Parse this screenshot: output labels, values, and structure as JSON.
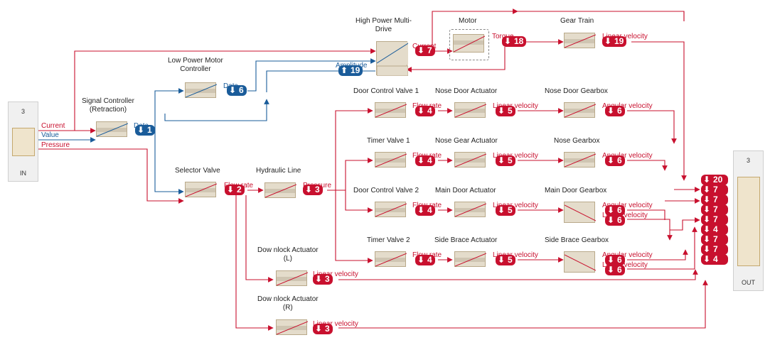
{
  "ports": {
    "in": {
      "number": "3",
      "label": "IN"
    },
    "out": {
      "number": "3",
      "label": "OUT"
    }
  },
  "in_signals": [
    "Current",
    "Value",
    "Pressure"
  ],
  "blocks": [
    {
      "id": "signal_controller",
      "title": "Signal Controller\n(Retraction)"
    },
    {
      "id": "low_power_motor",
      "title": "Low Power Motor\nController"
    },
    {
      "id": "high_power_drive",
      "title": "High Power Multi-\nDrive"
    },
    {
      "id": "motor",
      "title": "Motor"
    },
    {
      "id": "gear_train",
      "title": "Gear Train"
    },
    {
      "id": "selector_valve",
      "title": "Selector Valve"
    },
    {
      "id": "hydraulic_line",
      "title": "Hydraulic Line"
    },
    {
      "id": "door_control_valve_1",
      "title": "Door Control Valve 1"
    },
    {
      "id": "nose_door_actuator",
      "title": "Nose Door Actuator"
    },
    {
      "id": "nose_door_gearbox",
      "title": "Nose Door Gearbox"
    },
    {
      "id": "timer_valve_1",
      "title": "Timer Valve 1"
    },
    {
      "id": "nose_gear_actuator",
      "title": "Nose Gear Actuator"
    },
    {
      "id": "nose_gearbox",
      "title": "Nose Gearbox"
    },
    {
      "id": "door_control_valve_2",
      "title": "Door Control Valve 2"
    },
    {
      "id": "main_door_actuator",
      "title": "Main Door Actuator"
    },
    {
      "id": "main_door_gearbox",
      "title": "Main Door Gearbox"
    },
    {
      "id": "timer_valve_2",
      "title": "Timer Valve 2"
    },
    {
      "id": "side_brace_actuator",
      "title": "Side Brace Actuator"
    },
    {
      "id": "side_brace_gearbox",
      "title": "Side Brace Gearbox"
    },
    {
      "id": "downlock_actuator_l",
      "title": "Dow nlock Actuator\n(L)"
    },
    {
      "id": "downlock_actuator_r",
      "title": "Dow nlock Actuator\n(R)"
    }
  ],
  "signals": [
    {
      "id": "sc_data",
      "text": "Data",
      "color": "blue"
    },
    {
      "id": "lp_data",
      "text": "Data",
      "color": "blue"
    },
    {
      "id": "hp_current",
      "text": "Current",
      "color": "red"
    },
    {
      "id": "hp_amplitude",
      "text": "Amplitude",
      "color": "blue"
    },
    {
      "id": "motor_torque",
      "text": "Torque",
      "color": "red"
    },
    {
      "id": "gt_linvel",
      "text": "Linear velocity",
      "color": "red"
    },
    {
      "id": "sv_flow",
      "text": "Flow rate",
      "color": "red"
    },
    {
      "id": "hl_pressure",
      "text": "Pressure",
      "color": "red"
    },
    {
      "id": "dcv1_flow",
      "text": "Flow rate",
      "color": "red"
    },
    {
      "id": "nda_linvel",
      "text": "Linear velocity",
      "color": "red"
    },
    {
      "id": "ndg_angvel",
      "text": "Angular velocity",
      "color": "red"
    },
    {
      "id": "tv1_flow",
      "text": "Flow rate",
      "color": "red"
    },
    {
      "id": "nga_linvel",
      "text": "Linear velocity",
      "color": "red"
    },
    {
      "id": "ng_angvel",
      "text": "Angular velocity",
      "color": "red"
    },
    {
      "id": "dcv2_flow",
      "text": "Flow rate",
      "color": "red"
    },
    {
      "id": "mda_linvel",
      "text": "Linear velocity",
      "color": "red"
    },
    {
      "id": "mdg_angvel",
      "text": "Angular velocity",
      "color": "red"
    },
    {
      "id": "mdg_linvel",
      "text": "Linear velocity",
      "color": "red"
    },
    {
      "id": "tv2_flow",
      "text": "Flow rate",
      "color": "red"
    },
    {
      "id": "sba_linvel",
      "text": "Linear velocity",
      "color": "red"
    },
    {
      "id": "sbg_angvel",
      "text": "Angular velocity",
      "color": "red"
    },
    {
      "id": "sbg_linvel",
      "text": "Linear velocity",
      "color": "red"
    },
    {
      "id": "dla_l_linvel",
      "text": "Linear velocity",
      "color": "red"
    },
    {
      "id": "dla_r_linvel",
      "text": "Linear velocity",
      "color": "red"
    }
  ],
  "badges": {
    "sc_data": "1",
    "lp_data": "6",
    "hp_current": "7",
    "hp_amplitude": "19",
    "motor_torque": "18",
    "gt_linvel": "19",
    "sv_flow": "2",
    "hl_pressure": "3",
    "dcv1_flow": "4",
    "nda_linvel": "5",
    "ndg_angvel": "6",
    "tv1_flow": "4",
    "nga_linvel": "5",
    "ng_angvel": "6",
    "dcv2_flow": "4",
    "mda_linvel": "5",
    "mdg_angvel": "6",
    "mdg_linvel": "6",
    "tv2_flow": "4",
    "sba_linvel": "5",
    "sbg_angvel": "6",
    "sbg_linvel": "6",
    "dla_l_linvel": "3",
    "dla_r_linvel": "3"
  },
  "out_badges": [
    "20",
    "7",
    "7",
    "7",
    "7",
    "4",
    "7",
    "7",
    "4"
  ]
}
